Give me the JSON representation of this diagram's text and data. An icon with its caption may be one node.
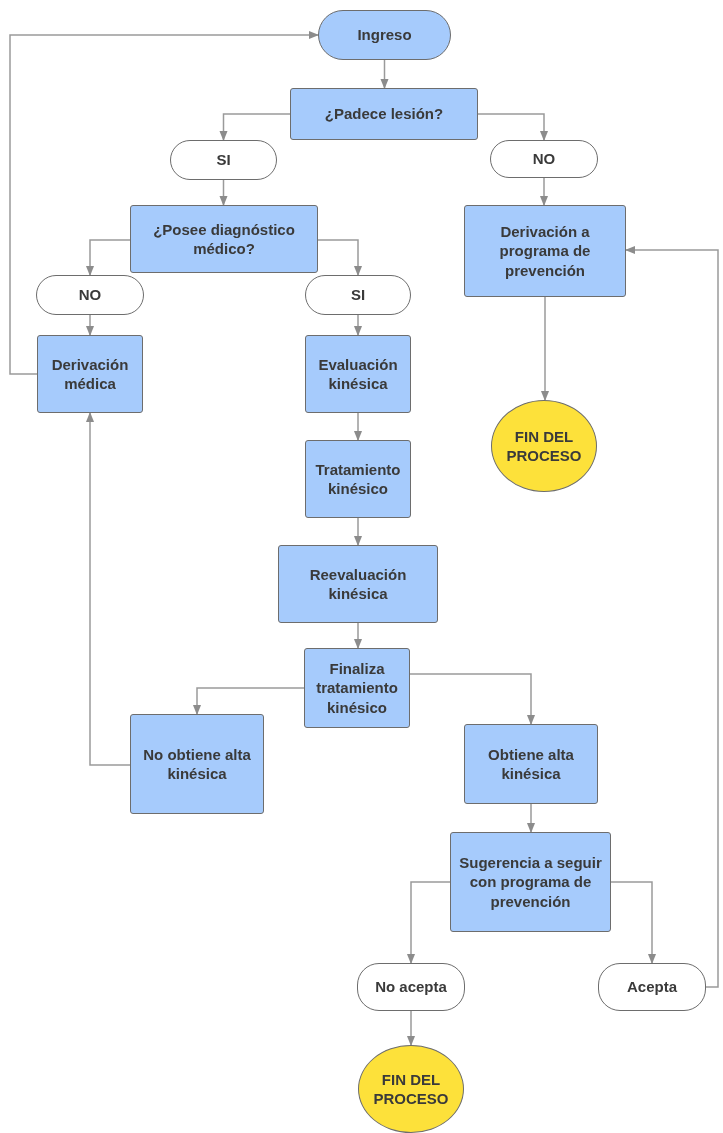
{
  "diagram": {
    "nodes": [
      {
        "text": [
          "Ingreso"
        ]
      },
      {
        "text": [
          "¿Padece lesión?"
        ]
      },
      {
        "text": [
          "SI"
        ]
      },
      {
        "text": [
          "NO"
        ]
      },
      {
        "text": [
          "¿Posee diagnóstico médico?"
        ]
      },
      {
        "text": [
          "NO"
        ]
      },
      {
        "text": [
          "SI"
        ]
      },
      {
        "text": [
          "Derivación a programa de prevención"
        ]
      },
      {
        "text": [
          "Derivación médica"
        ]
      },
      {
        "text": [
          "Evaluación kinésica"
        ]
      },
      {
        "text": [
          "FIN DEL PROCESO"
        ]
      },
      {
        "text": [
          "Tratamiento kinésico"
        ]
      },
      {
        "text": [
          "Reevaluación kinésica"
        ]
      },
      {
        "text": [
          "Finaliza tratamiento kinésico"
        ]
      },
      {
        "text": [
          "No obtiene alta kinésica"
        ]
      },
      {
        "text": [
          "Obtiene alta kinésica"
        ]
      },
      {
        "text": [
          "Sugerencia a seguir con programa de prevención"
        ]
      },
      {
        "text": [
          "No acepta"
        ]
      },
      {
        "text": [
          "Acepta"
        ]
      },
      {
        "text": [
          "FIN DEL PROCESO"
        ]
      }
    ],
    "edges": [
      {
        "from": 0,
        "to": 1,
        "arrow": "to"
      },
      {
        "from": 1,
        "to": 2,
        "arrow": "to"
      },
      {
        "from": 1,
        "to": 3,
        "arrow": "to"
      },
      {
        "from": 2,
        "to": 4,
        "arrow": "to"
      },
      {
        "from": 3,
        "to": 7,
        "arrow": "to"
      },
      {
        "from": 4,
        "to": 5,
        "arrow": "to"
      },
      {
        "from": 4,
        "to": 6,
        "arrow": "to"
      },
      {
        "from": 5,
        "to": 8,
        "arrow": "to"
      },
      {
        "from": 6,
        "to": 9,
        "arrow": "to"
      },
      {
        "from": 8,
        "to": 0,
        "arrow": "to"
      },
      {
        "from": 7,
        "to": 10,
        "arrow": "to"
      },
      {
        "from": 9,
        "to": 11,
        "arrow": "to"
      },
      {
        "from": 11,
        "to": 12,
        "arrow": "to"
      },
      {
        "from": 12,
        "to": 13,
        "arrow": "to"
      },
      {
        "from": 13,
        "to": 14,
        "arrow": "to"
      },
      {
        "from": 13,
        "to": 15,
        "arrow": "to"
      },
      {
        "from": 14,
        "to": 8,
        "arrow": "to"
      },
      {
        "from": 15,
        "to": 16,
        "arrow": "to"
      },
      {
        "from": 16,
        "to": 17,
        "arrow": "to"
      },
      {
        "from": 16,
        "to": 18,
        "arrow": "to"
      },
      {
        "from": 17,
        "to": 19,
        "arrow": "to"
      },
      {
        "from": 18,
        "to": 7,
        "arrow": "to"
      }
    ]
  }
}
